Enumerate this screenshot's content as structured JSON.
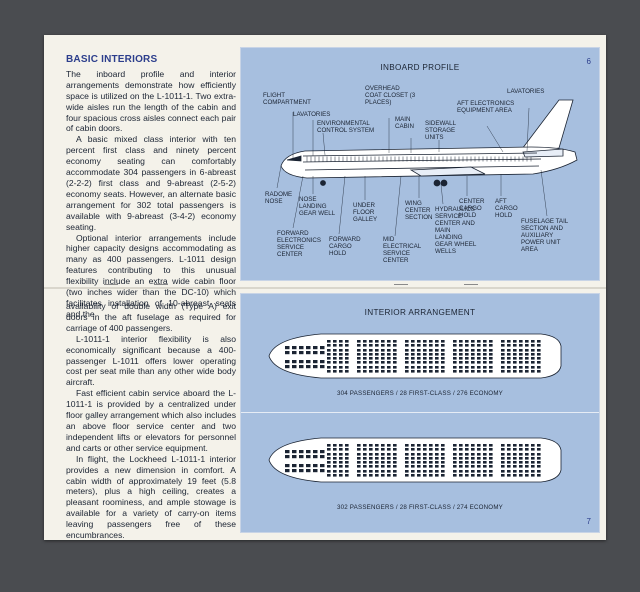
{
  "page6": {
    "heading": "BASIC INTERIORS",
    "paragraphs": [
      "The inboard profile and interior arrangements demonstrate how efficiently space is utilized on the L-1011-1. Two extra-wide aisles run the length of the cabin and four spacious cross aisles connect each pair of cabin doors.",
      "A basic mixed class interior with ten percent first class and ninety percent economy seating can comfortably accommodate 304 passengers in 6-abreast (2-2-2) first class and 9-abreast (2-5-2) economy seats. However, an alternate basic arrangement for 302 total passengers is available with 9-abreast (3-4-2) economy seating.",
      "Optional interior arrangements include higher capacity designs accommodating as many as 400 passengers. L-1011 design features contributing to this unusual flexibility include an extra wide cabin floor (two inches wider than the DC-10) which facilitates installation of 10-abreast seats and the"
    ],
    "page_number": "6",
    "profile": {
      "title": "INBOARD PROFILE",
      "labels": {
        "flight_compartment": "FLIGHT COMPARTMENT",
        "lavatories_fwd": "LAVATORIES",
        "env_control": "ENVIRONMENTAL CONTROL SYSTEM",
        "overhead_coat": "OVERHEAD COAT CLOSET (3 PLACES)",
        "main_cabin": "MAIN CABIN",
        "sidewall_storage": "SIDEWALL STORAGE UNITS",
        "aft_electronics": "AFT ELECTRONICS EQUIPMENT AREA",
        "lavatories_aft": "LAVATORIES",
        "radome": "RADOME NOSE",
        "nose_gear": "NOSE LANDING GEAR WELL",
        "fwd_electronics": "FORWARD ELECTRONICS SERVICE CENTER",
        "fwd_cargo": "FORWARD CARGO HOLD",
        "under_floor": "UNDER FLOOR GALLEY",
        "mid_electrical": "MID ELECTRICAL SERVICE CENTER",
        "wing_center": "WING CENTER SECTION",
        "hydraulics": "HYDRAULICS SERVICE CENTER AND MAIN LANDING GEAR WHEEL WELLS",
        "center_cargo": "CENTER CARGO HOLD",
        "aft_cargo": "AFT CARGO HOLD",
        "fuselage_tail": "FUSELAGE TAIL SECTION AND AUXILIARY POWER UNIT AREA"
      }
    }
  },
  "page7": {
    "paragraphs": [
      "availability of double width (Type A) exit doors in the aft fuselage as required for carriage of 400 passengers.",
      "L-1011-1 interior flexibility is also economically significant because a 400-passenger L-1011 offers lower operating cost per seat mile than any other wide body aircraft.",
      "Fast efficient cabin service aboard the L-1011-1 is provided by a centralized under floor galley arrangement which also includes an above floor service center and two independent lifts or elevators for personnel and carts or other service equipment.",
      "In flight, the Lockheed L-1011-1 interior provides a new dimension in comfort. A cabin width of approximately 19 feet (5.8 meters), plus a high ceiling, creates a pleasant roominess, and ample stowage is available for a variety of carry-on items leaving passengers free of these encumbrances."
    ],
    "page_number": "7",
    "arrangement": {
      "title": "INTERIOR ARRANGEMENT",
      "caption_a": "304 PASSENGERS / 28 FIRST-CLASS / 276 ECONOMY",
      "caption_b": "302 PASSENGERS / 28 FIRST-CLASS / 274 ECONOMY"
    }
  },
  "colors": {
    "panel": "#a7bfdf",
    "ink": "#1b2433",
    "heading": "#2c3e8c",
    "paper": "#f4f2ea"
  }
}
